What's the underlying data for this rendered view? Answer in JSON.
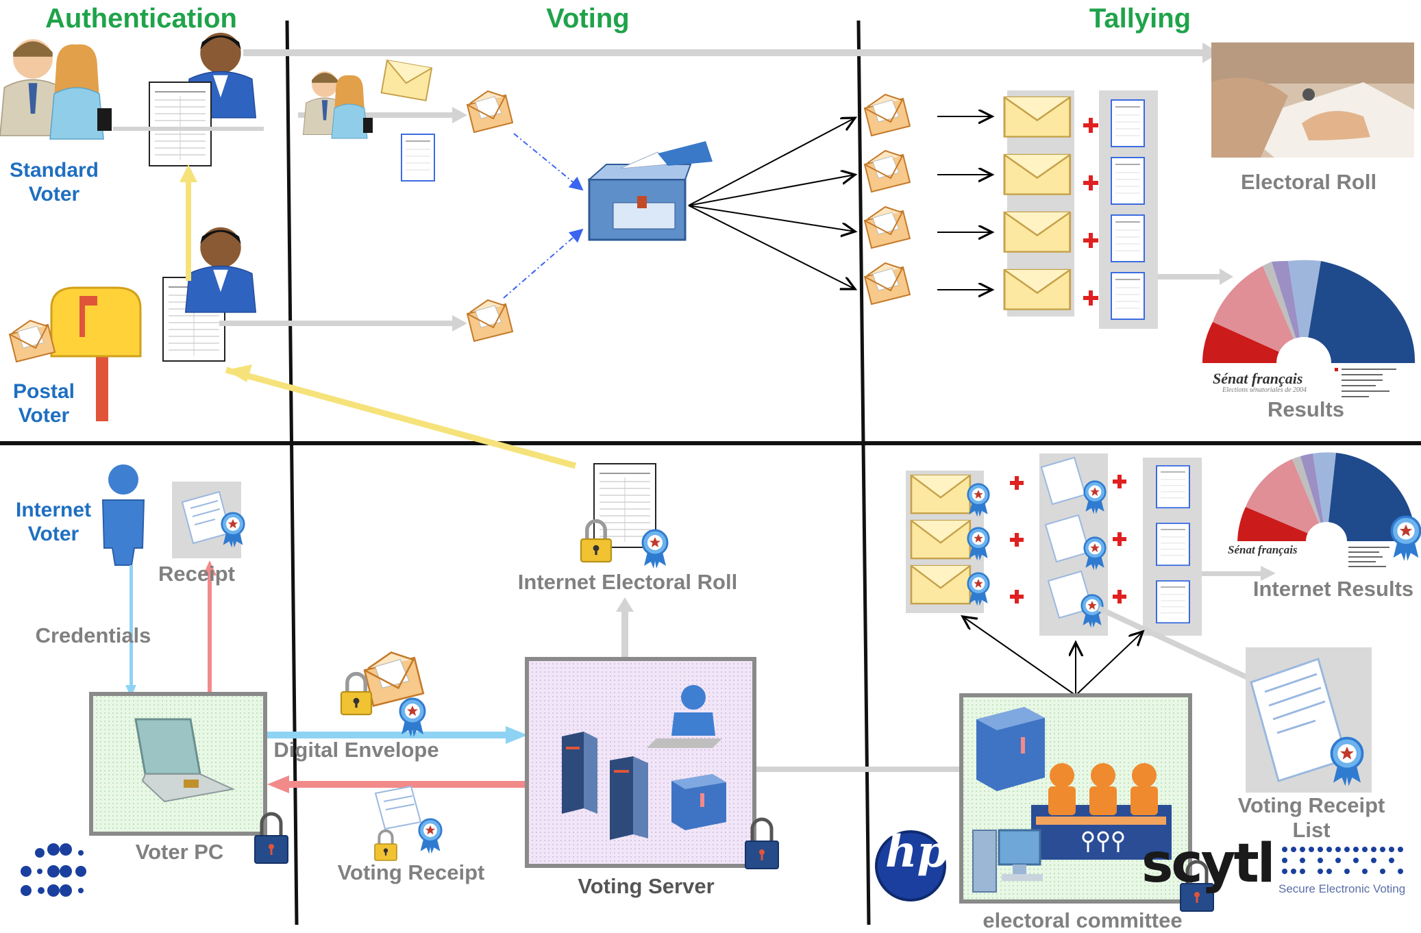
{
  "phases": {
    "authentication": "Authentication",
    "voting": "Voting",
    "tallying": "Tallying"
  },
  "labels": {
    "standard_voter_line1": "Standard",
    "standard_voter_line2": "Voter",
    "postal_voter_line1": "Postal",
    "postal_voter_line2": "Voter",
    "electoral_roll": "Electoral Roll",
    "results": "Results",
    "internet_voter_line1": "Internet",
    "internet_voter_line2": "Voter",
    "receipt": "Receipt",
    "credentials": "Credentials",
    "internet_electoral_roll": "Internet Electoral Roll",
    "internet_results": "Internet Results",
    "digital_envelope": "Digital Envelope",
    "voter_pc": "Voter PC",
    "voting_receipt": "Voting Receipt",
    "voting_server": "Voting Server",
    "voting_receipt_list_line1": "Voting Receipt",
    "voting_receipt_list_line2": "List",
    "electoral_committee": "electoral committee"
  },
  "chart_caption": {
    "title": "Sénat français",
    "subtitle": "Elections sénatoriales de 2004"
  },
  "branding": {
    "hp": "hp",
    "scytl": "scytl",
    "scytl_tagline": "Secure Electronic Voting"
  },
  "icons": [
    "voter-couple-icon",
    "official-icon",
    "mailbox-icon",
    "envelope-icon",
    "ballot-box-icon",
    "document-icon",
    "certificate-icon",
    "padlock-icon",
    "laptop-icon",
    "server-icon",
    "committee-icon",
    "person-icon"
  ],
  "colors": {
    "phase_heading": "#1fa34a",
    "voter_label": "#1f6fc0",
    "caption_gray": "#808080",
    "credentials_arrow": "#8fd3f4",
    "receipt_arrow": "#f28a8a",
    "authentication_arrow": "#f6e27a",
    "envelope": "#fce8a0",
    "plus": "#e02020"
  }
}
